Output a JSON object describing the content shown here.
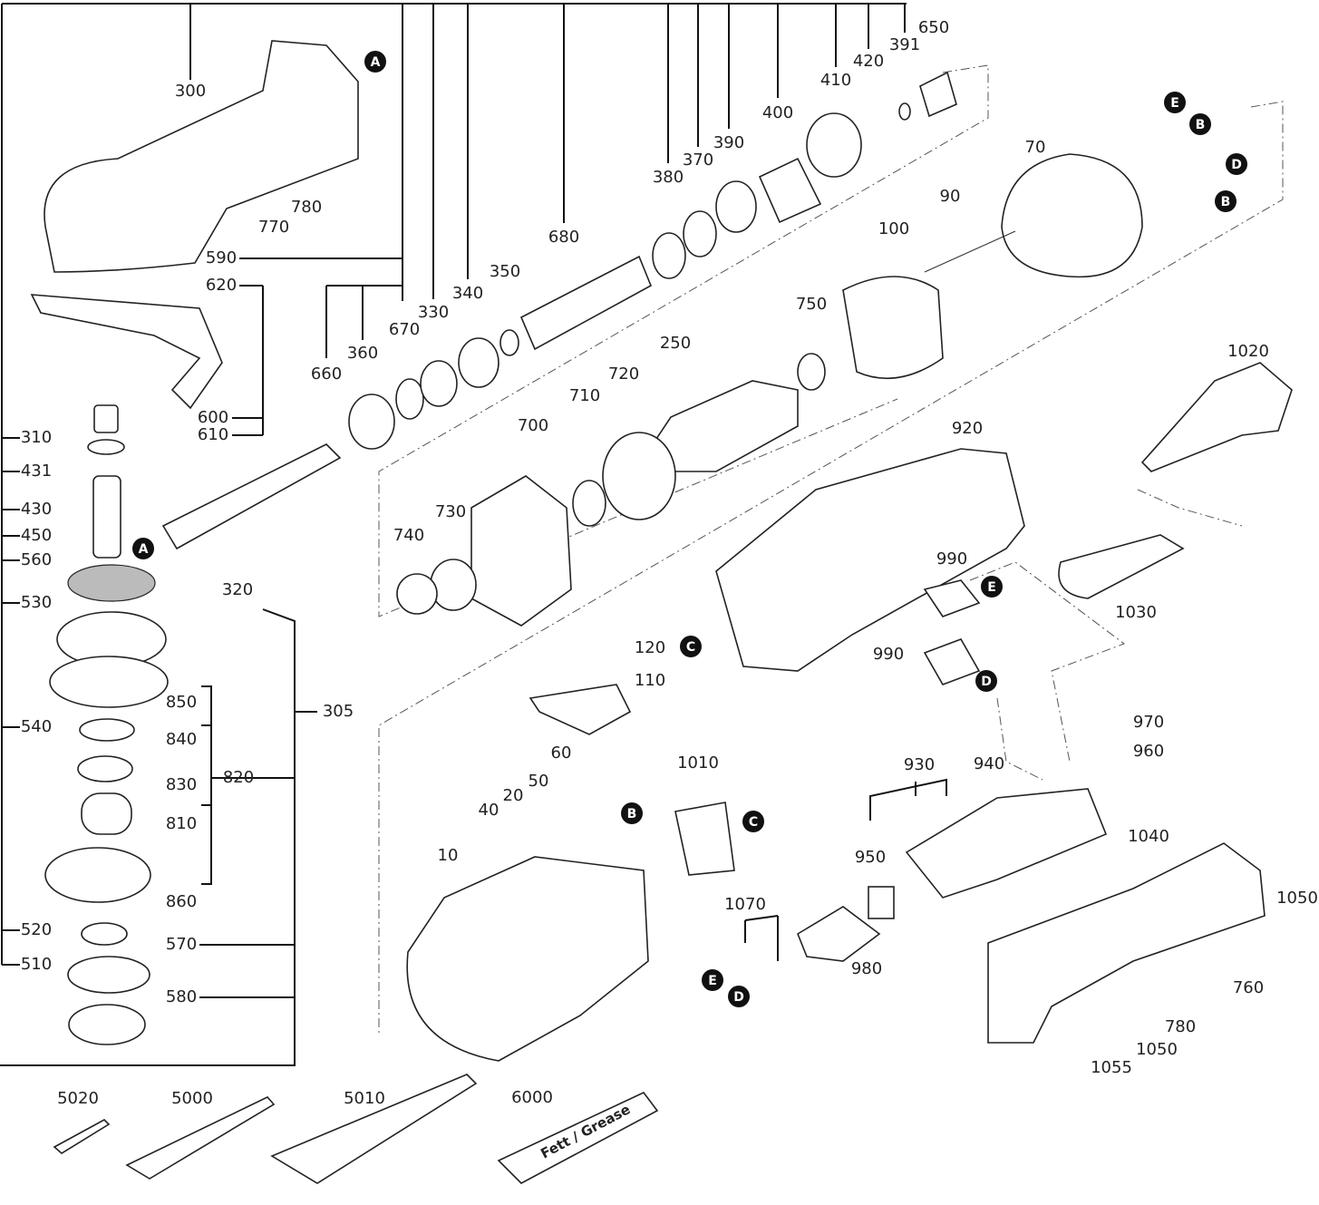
{
  "title": "Exploded parts diagram – angle grinder",
  "part_numbers": [
    "300",
    "770",
    "780",
    "590",
    "620",
    "600",
    "610",
    "310",
    "431",
    "430",
    "450",
    "560",
    "530",
    "540",
    "520",
    "510",
    "320",
    "305",
    "850",
    "840",
    "830",
    "820",
    "810",
    "860",
    "570",
    "580",
    "660",
    "360",
    "670",
    "330",
    "340",
    "350",
    "680",
    "380",
    "370",
    "390",
    "400",
    "410",
    "420",
    "391",
    "650",
    "70",
    "90",
    "100",
    "750",
    "250",
    "720",
    "710",
    "700",
    "740",
    "730",
    "920",
    "1020",
    "1030",
    "990",
    "990",
    "120",
    "110",
    "60",
    "50",
    "20",
    "40",
    "10",
    "1010",
    "930",
    "940",
    "970",
    "960",
    "950",
    "1070",
    "980",
    "1040",
    "1050",
    "760",
    "780",
    "1050",
    "1055",
    "5020",
    "5000",
    "5010",
    "6000"
  ],
  "connection_markers": [
    "A",
    "A",
    "E",
    "B",
    "D",
    "B",
    "E",
    "C",
    "D",
    "B",
    "C",
    "E",
    "D"
  ],
  "grease_tube_text": "Fett / Grease"
}
